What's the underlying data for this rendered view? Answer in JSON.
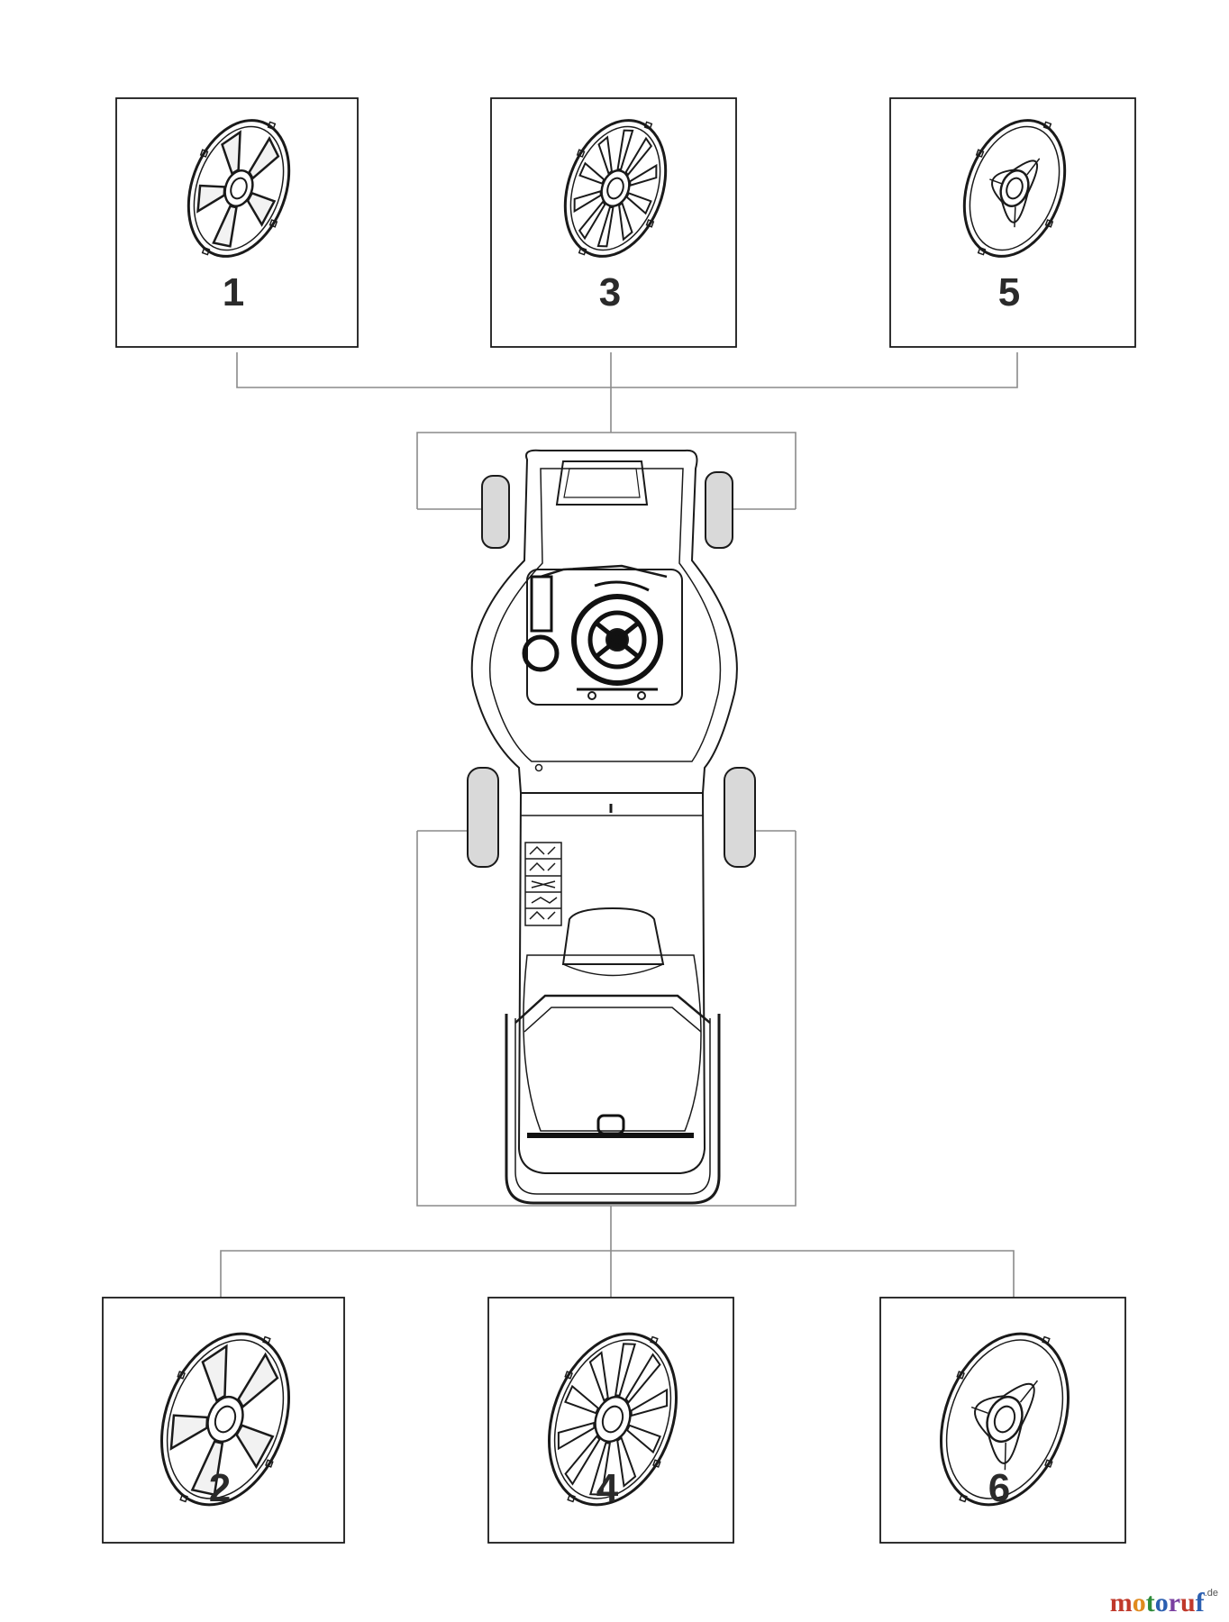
{
  "parts": [
    {
      "id": "part-1",
      "number": "1",
      "style": "five-spoke"
    },
    {
      "id": "part-3",
      "number": "3",
      "style": "multi-spoke"
    },
    {
      "id": "part-5",
      "number": "5",
      "style": "three-petal"
    },
    {
      "id": "part-2",
      "number": "2",
      "style": "five-spoke"
    },
    {
      "id": "part-4",
      "number": "4",
      "style": "multi-spoke"
    },
    {
      "id": "part-6",
      "number": "6",
      "style": "three-petal"
    }
  ],
  "watermark": {
    "letters": [
      "m",
      "o",
      "t",
      "o",
      "r",
      "u",
      "f"
    ],
    "colors": [
      "#c0392b",
      "#e08a1e",
      "#2e8b3a",
      "#2b5fb0",
      "#7a3fa0",
      "#c0392b",
      "#2b5fb0"
    ],
    "tld": ".de"
  },
  "colors": {
    "line": "#1a1a1a",
    "connector": "#8a8a8a",
    "tire": "#d9d9d9"
  }
}
